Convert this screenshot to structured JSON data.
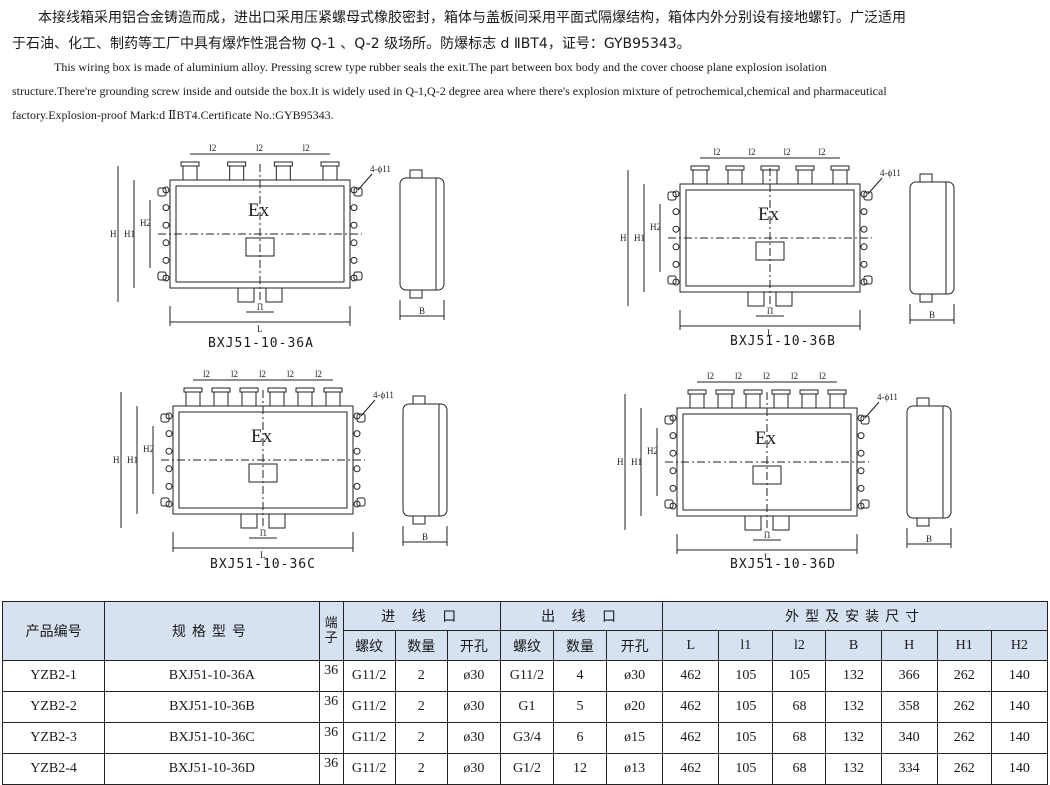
{
  "intro": {
    "zh_line1": "本接线箱采用铝合金铸造而成，进出口采用压紧螺母式橡胶密封，箱体与盖板间采用平面式隔爆结构，箱体内外分别设有接地螺钉。广泛适用",
    "zh_line2": "于石油、化工、制药等工厂中具有爆炸性混合物 Q-1 、Q-2 级场所。防爆标志 d ⅡBT4，证号：GYB95343。",
    "en_line1": "This wiring box is made of aluminium alloy. Pressing screw type rubber seals the exit.The part between box body and the cover choose plane explosion isolation",
    "en_line2": "structure.There're grounding screw inside and outside the box.It is widely used in Q-1,Q-2 degree area where there's explosion mixture of petrochemical,chemical and pharmaceutical",
    "en_line3": "factory.Explosion-proof Mark:d ⅡBT4.Certificate No.:GYB95343."
  },
  "drawing_labels": {
    "ex": "Ex",
    "L": "L",
    "l1": "l1",
    "l2": "l2",
    "H": "H",
    "H1": "H1",
    "H2": "H2",
    "B": "B",
    "holes": "4-ϕ11"
  },
  "figures": [
    {
      "caption": "BXJ51-10-36A",
      "top_glands": 4,
      "bottom_glands": 2
    },
    {
      "caption": "BXJ51-10-36B",
      "top_glands": 5,
      "bottom_glands": 2
    },
    {
      "caption": "BXJ51-10-36C",
      "top_glands": 6,
      "bottom_glands": 2
    },
    {
      "caption": "BXJ51-10-36D",
      "top_glands": 6,
      "bottom_glands": 2
    }
  ],
  "table": {
    "header": {
      "product_no": "产品编号",
      "model": "规格型号",
      "terminals": "端子",
      "inlet": "进 线 口",
      "outlet": "出 线 口",
      "dims": "外型及安装尺寸",
      "thread": "螺纹",
      "qty": "数量",
      "hole": "开孔",
      "L": "L",
      "l1": "l1",
      "l2": "l2",
      "B": "B",
      "H": "H",
      "H1": "H1",
      "H2": "H2"
    },
    "rows": [
      {
        "product_no": "YZB2-1",
        "model": "BXJ51-10-36A",
        "terminals": "36",
        "in_thread": "G11/2",
        "in_qty": "2",
        "in_hole": "ø30",
        "out_thread": "G11/2",
        "out_qty": "4",
        "out_hole": "ø30",
        "L": "462",
        "l1": "105",
        "l2": "105",
        "B": "132",
        "H": "366",
        "H1": "262",
        "H2": "140"
      },
      {
        "product_no": "YZB2-2",
        "model": "BXJ51-10-36B",
        "terminals": "36",
        "in_thread": "G11/2",
        "in_qty": "2",
        "in_hole": "ø30",
        "out_thread": "G1",
        "out_qty": "5",
        "out_hole": "ø20",
        "L": "462",
        "l1": "105",
        "l2": "68",
        "B": "132",
        "H": "358",
        "H1": "262",
        "H2": "140"
      },
      {
        "product_no": "YZB2-3",
        "model": "BXJ51-10-36C",
        "terminals": "36",
        "in_thread": "G11/2",
        "in_qty": "2",
        "in_hole": "ø30",
        "out_thread": "G3/4",
        "out_qty": "6",
        "out_hole": "ø15",
        "L": "462",
        "l1": "105",
        "l2": "68",
        "B": "132",
        "H": "340",
        "H1": "262",
        "H2": "140"
      },
      {
        "product_no": "YZB2-4",
        "model": "BXJ51-10-36D",
        "terminals": "36",
        "in_thread": "G11/2",
        "in_qty": "2",
        "in_hole": "ø30",
        "out_thread": "G1/2",
        "out_qty": "12",
        "out_hole": "ø13",
        "L": "462",
        "l1": "105",
        "l2": "68",
        "B": "132",
        "H": "334",
        "H1": "262",
        "H2": "140"
      }
    ]
  },
  "colors": {
    "header_bg": "#d6e2f1",
    "line": "#222222"
  }
}
